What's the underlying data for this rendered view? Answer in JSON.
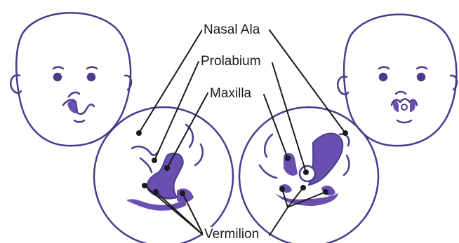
{
  "labels": {
    "nasal_ala": "Nasal Ala",
    "prolabium": "Prolabium",
    "maxilla": "Maxilla",
    "vermilion": "Vermilion"
  },
  "colors": {
    "outline": "#4b3a8c",
    "fill": "#6a4fb0",
    "leader": "#1a1a1a"
  }
}
